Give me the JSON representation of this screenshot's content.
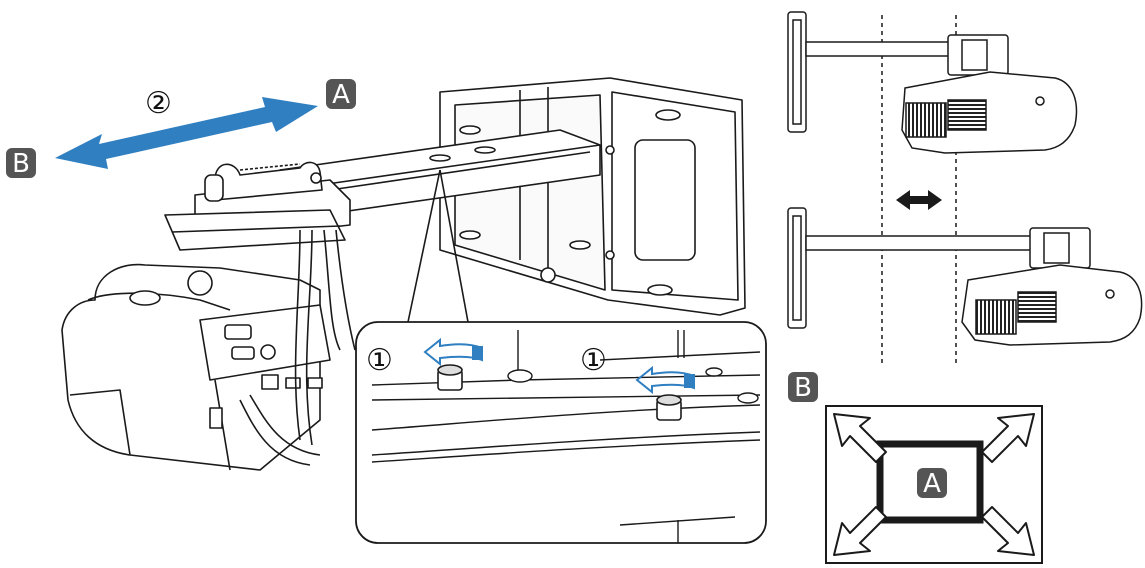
{
  "labels": {
    "a": "A",
    "b": "B",
    "step_1": "①",
    "step_2": "②"
  },
  "colors": {
    "arrow_blue": "#2f7fc1",
    "label_fill": "#555555",
    "line": "#1a1a1a"
  }
}
